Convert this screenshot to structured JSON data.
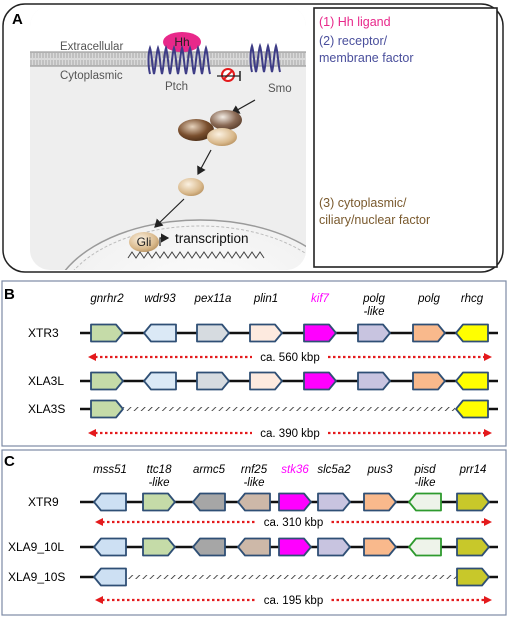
{
  "panel_a": {
    "label": "A",
    "extracellular": "Extracellular",
    "cytoplasmic": "Cytoplasmic",
    "hh": "Hh",
    "ptch": "Ptch",
    "smo": "Smo",
    "gli": "Gli",
    "transcription": "transcription",
    "legend": {
      "item1": "(1) Hh ligand",
      "item2_line1": "(2) receptor/",
      "item2_line2": "membrane factor",
      "item3_line1": "(3) cytoplasmic/",
      "item3_line2": "ciliary/nuclear factor"
    }
  },
  "panel_b": {
    "label": "B",
    "genes": [
      {
        "name": "gnrhr2",
        "color": "#000000"
      },
      {
        "name": "wdr93",
        "color": "#000000"
      },
      {
        "name": "pex11a",
        "color": "#000000"
      },
      {
        "name": "plin1",
        "color": "#000000"
      },
      {
        "name": "kif7",
        "color": "#ff00ff"
      },
      {
        "name": "polg\n-like",
        "color": "#000000"
      },
      {
        "name": "polg",
        "color": "#000000"
      },
      {
        "name": "rhcg",
        "color": "#000000"
      }
    ],
    "rows": [
      {
        "label": "XTR3"
      },
      {
        "label": "XLA3L"
      },
      {
        "label": "XLA3S"
      }
    ],
    "dist1": "ca. 560 kbp",
    "dist2": "ca. 390 kbp"
  },
  "panel_c": {
    "label": "C",
    "genes": [
      {
        "name": "mss51",
        "color": "#000000"
      },
      {
        "name": "ttc18\n-like",
        "color": "#000000"
      },
      {
        "name": "armc5",
        "color": "#000000"
      },
      {
        "name": "rnf25\n-like",
        "color": "#000000"
      },
      {
        "name": "stk36",
        "color": "#ff00ff"
      },
      {
        "name": "slc5a2",
        "color": "#000000"
      },
      {
        "name": "pus3",
        "color": "#000000"
      },
      {
        "name": "pisd\n-like",
        "color": "#000000"
      },
      {
        "name": "prr14",
        "color": "#000000"
      }
    ],
    "rows": [
      {
        "label": "XTR9"
      },
      {
        "label": "XLA9_10L"
      },
      {
        "label": "XLA9_10S"
      }
    ],
    "dist1": "ca. 310 kbp",
    "dist2": "ca. 195 kbp"
  },
  "colors": {
    "gnrhr2": "#c5dba8",
    "wdr93": "#dbe9f6",
    "pex11a": "#d6dbe0",
    "plin1": "#fdeadf",
    "kif7": "#ff00ff",
    "polg_like": "#c8c4e0",
    "polg": "#f9b98c",
    "rhcg": "#ffff00",
    "mss51": "#cde0f3",
    "ttc18_like": "#c5dba8",
    "armc5": "#a6a6a6",
    "rnf25_like": "#cdb8a8",
    "stk36": "#ff00ff",
    "slc5a2": "#c8c4e0",
    "pus3": "#f9b98c",
    "pisd_like": "#eef3ea",
    "prr14": "#c8c82a",
    "outline": "#2f4f75",
    "legend_hh": "#e8288a",
    "legend_receptor": "#4a4f9c",
    "legend_cyto": "#7a5a2e",
    "dash": "#e41a1c"
  }
}
